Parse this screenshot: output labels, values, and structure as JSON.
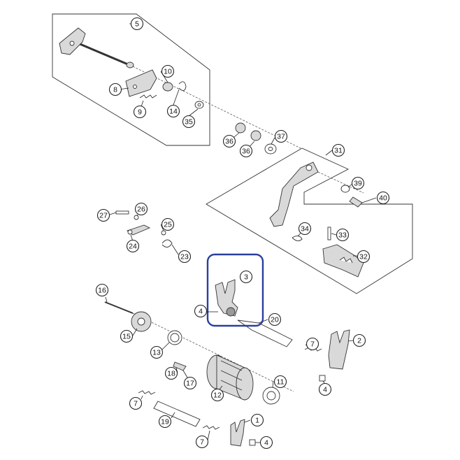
{
  "diagram": {
    "highlight_color": "#2b3f9e",
    "callouts": [
      {
        "id": "c5",
        "label": "5"
      },
      {
        "id": "c10",
        "label": "10"
      },
      {
        "id": "c8",
        "label": "8"
      },
      {
        "id": "c14",
        "label": "14"
      },
      {
        "id": "c9",
        "label": "9"
      },
      {
        "id": "c35",
        "label": "35"
      },
      {
        "id": "c37",
        "label": "37"
      },
      {
        "id": "c36a",
        "label": "36"
      },
      {
        "id": "c36b",
        "label": "36"
      },
      {
        "id": "c31",
        "label": "31"
      },
      {
        "id": "c39",
        "label": "39"
      },
      {
        "id": "c40",
        "label": "40"
      },
      {
        "id": "c27",
        "label": "27"
      },
      {
        "id": "c26",
        "label": "26"
      },
      {
        "id": "c25",
        "label": "25"
      },
      {
        "id": "c24",
        "label": "24"
      },
      {
        "id": "c23",
        "label": "23"
      },
      {
        "id": "c34",
        "label": "34"
      },
      {
        "id": "c33",
        "label": "33"
      },
      {
        "id": "c32",
        "label": "32"
      },
      {
        "id": "c3",
        "label": "3"
      },
      {
        "id": "c4a",
        "label": "4"
      },
      {
        "id": "c20",
        "label": "20"
      },
      {
        "id": "c16",
        "label": "16"
      },
      {
        "id": "c15",
        "label": "15"
      },
      {
        "id": "c13",
        "label": "13"
      },
      {
        "id": "c7a",
        "label": "7"
      },
      {
        "id": "c2",
        "label": "2"
      },
      {
        "id": "c18",
        "label": "18"
      },
      {
        "id": "c17",
        "label": "17"
      },
      {
        "id": "c12",
        "label": "12"
      },
      {
        "id": "c11",
        "label": "11"
      },
      {
        "id": "c4b",
        "label": "4"
      },
      {
        "id": "c7b",
        "label": "7"
      },
      {
        "id": "c19",
        "label": "19"
      },
      {
        "id": "c1",
        "label": "1"
      },
      {
        "id": "c7c",
        "label": "7"
      },
      {
        "id": "c4c",
        "label": "4"
      }
    ]
  }
}
